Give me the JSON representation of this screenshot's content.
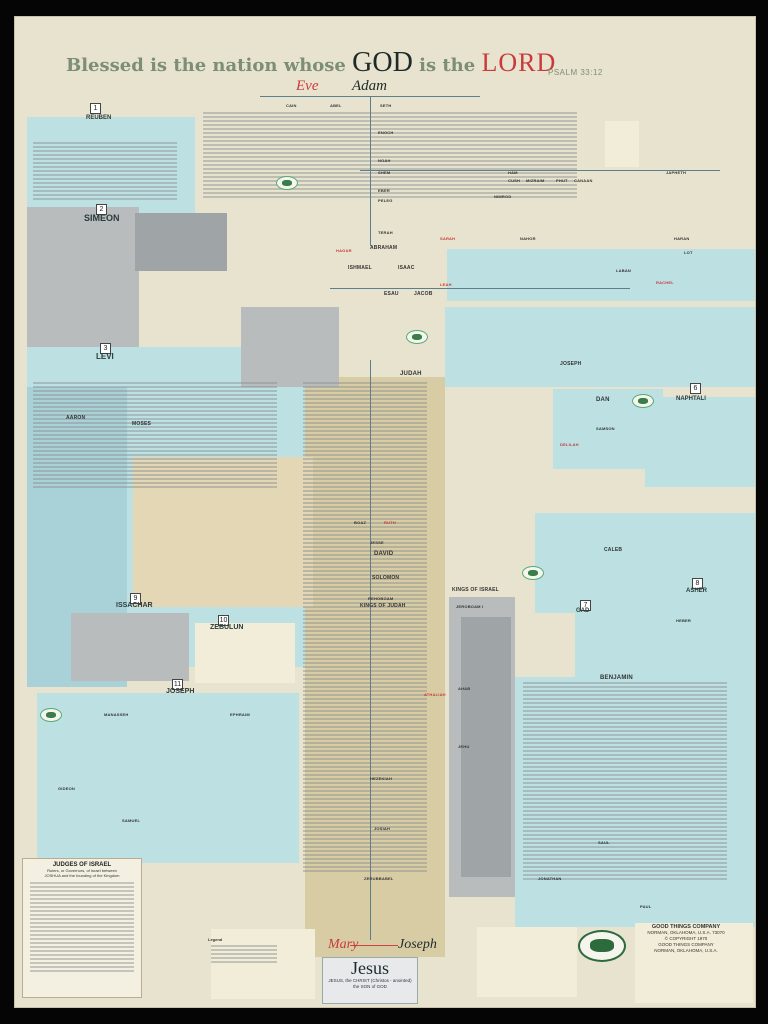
{
  "poster": {
    "title_part1": "Blessed is the nation whose",
    "title_god": "GOD",
    "title_part2": "is the",
    "title_lord": "LORD",
    "psalm": "PSALM 33:12",
    "eve": "Eve",
    "adam": "Adam"
  },
  "tribes": [
    {
      "num": "1",
      "name": "REUBEN"
    },
    {
      "num": "2",
      "name": "SIMEON"
    },
    {
      "num": "3",
      "name": "LEVI"
    },
    {
      "num": "9",
      "name": "ISSACHAR"
    },
    {
      "num": "10",
      "name": "ZEBULUN"
    },
    {
      "num": "11",
      "name": "JOSEPH"
    },
    {
      "num": "6",
      "name": "NAPHTALI"
    },
    {
      "num": "8",
      "name": "ASHER"
    },
    {
      "num": "7",
      "name": "GAD"
    }
  ],
  "patriarchs": {
    "cain": "CAIN",
    "abel": "ABEL",
    "seth": "SETH",
    "enoch": "ENOCH",
    "noah": "NOAH",
    "shem": "SHEM",
    "ham": "HAM",
    "japheth": "JAPHETH",
    "abraham": "ABRAHAM",
    "sarah": "SARAH",
    "hagar": "HAGAR",
    "ishmael": "ISHMAEL",
    "isaac": "ISAAC",
    "esau": "ESAU",
    "jacob": "JACOB",
    "leah": "LEAH",
    "rachel": "RACHEL",
    "judah": "JUDAH",
    "dan": "DAN",
    "benjamin": "BENJAMIN",
    "joseph_son": "JOSEPH",
    "aaron": "AARON",
    "moses": "MOSES",
    "david": "DAVID",
    "solomon": "SOLOMON",
    "kings_judah": "KINGS OF JUDAH",
    "kings_israel": "KINGS OF ISRAEL",
    "manasseh": "MANASSEH",
    "ephraim": "EPHRAIM",
    "ruth": "RUTH",
    "boaz": "BOAZ",
    "jesse": "JESSE",
    "rehoboam": "REHOBOAM",
    "jeroboam": "JEROBOAM I",
    "hezekiah": "HEZEKIAH",
    "josiah": "JOSIAH",
    "zerubbabel": "ZERUBBABEL",
    "caleb": "CALEB",
    "ahab": "AHAB",
    "jehu": "JEHU",
    "saul": "SAUL",
    "samuel": "SAMUEL",
    "gideon": "GIDEON",
    "samson": "SAMSON",
    "delilah": "DELILAH",
    "athaliah": "ATHALIAH",
    "laban": "LABAN",
    "nahor": "NAHOR",
    "lot": "LOT",
    "heber": "HEBER",
    "terah": "TERAH",
    "haran": "HARAN",
    "nimrod": "NIMROD",
    "canaan": "CANAAN",
    "cush": "CUSH",
    "mizraim": "MIZRAIM",
    "phut": "PHUT",
    "eber": "EBER",
    "peleg": "PELEG",
    "jonathan": "JONATHAN",
    "paul": "PAUL"
  },
  "footer": {
    "mary": "Mary",
    "joseph": "Joseph",
    "jesus": "Jesus",
    "jesus_line1": "JESUS, the CHRIST (Christos - anointed)",
    "jesus_line2": "the SON of GOD",
    "judges_title": "JUDGES OF ISRAEL",
    "judges_sub1": "Rulers, or Governors, of Israel between",
    "judges_sub2": "JOSHUA and the founding of the Kingdom",
    "company_name": "GOOD THINGS COMPANY",
    "company_line1": "NORMAN, OKLAHOMA, U.S.A. 73070",
    "company_line2": "© COPYRIGHT 1970",
    "company_line3": "GOOD THINGS COMPANY",
    "company_line4": "NORMAN, OKLAHOMA, U.S.A.",
    "legend_title": "Legend"
  },
  "colors": {
    "background": "#e8e3cf",
    "blue_region": "#bde0e3",
    "gray_region": "#b9bcbd",
    "red_text": "#c93b3b",
    "title_green": "#7c8f76"
  }
}
